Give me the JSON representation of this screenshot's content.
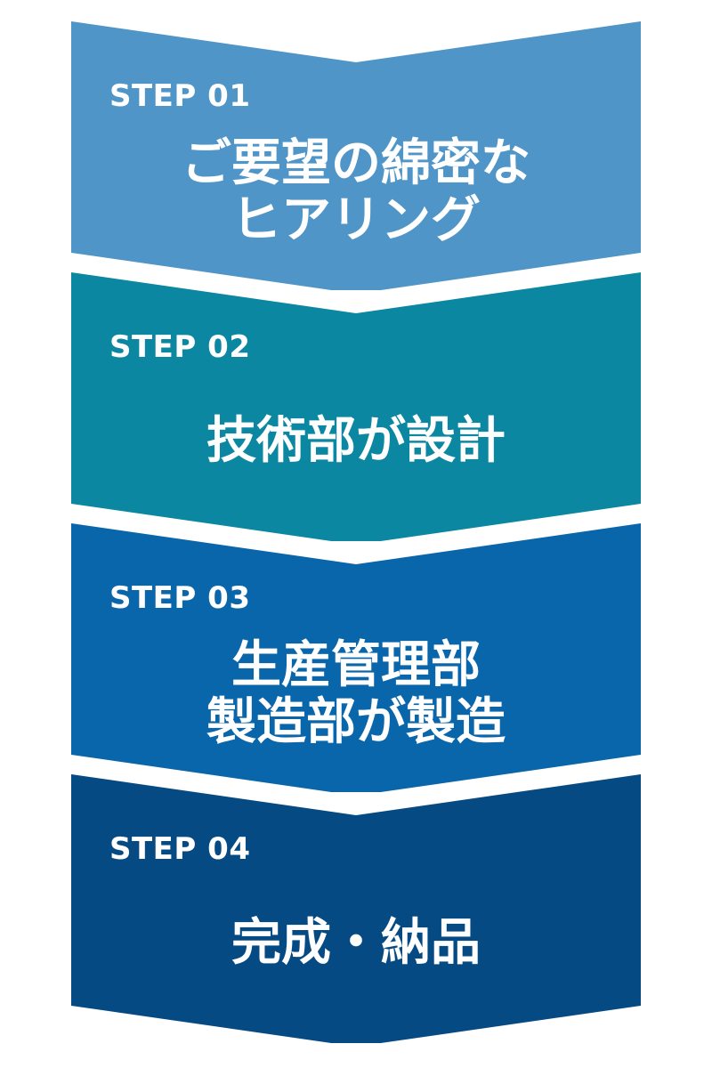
{
  "steps": [
    {
      "label": "STEP 01",
      "title_lines": [
        "ご要望の綿密な",
        "ヒアリング"
      ],
      "color": "#4f95c8"
    },
    {
      "label": "STEP 02",
      "title_lines": [
        "技術部が設計"
      ],
      "color": "#0b87a1"
    },
    {
      "label": "STEP 03",
      "title_lines": [
        "生産管理部",
        "製造部が製造"
      ],
      "color": "#0a66ab"
    },
    {
      "label": "STEP 04",
      "title_lines": [
        "完成・納品"
      ],
      "color": "#064a83"
    }
  ]
}
